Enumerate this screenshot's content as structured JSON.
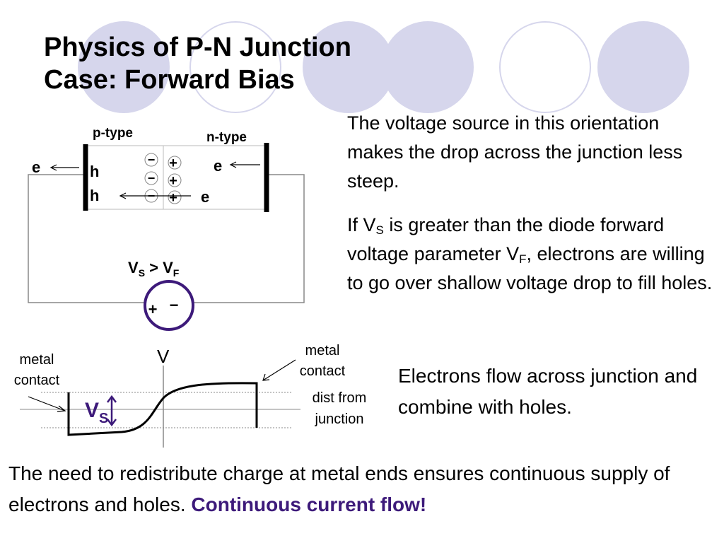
{
  "slide": {
    "title_line1": "Physics of P-N Junction",
    "title_line2": "Case:  Forward Bias",
    "accent_color": "#d6d6ec",
    "purple_color": "#3d1a7a"
  },
  "circuit": {
    "p_type_label": "p-type",
    "n_type_label": "n-type",
    "left_electron": "e",
    "right_electron": "e",
    "hole_1": "h",
    "hole_2": "h",
    "junction_electron": "e",
    "minus_sign": "−",
    "plus_sign": "+",
    "condition_v": "V",
    "condition_s": "S",
    "condition_gt": " > ",
    "condition_f": "F",
    "source_plus": "+",
    "source_minus": "−"
  },
  "text": {
    "para1": "The voltage source in this orientation makes the drop across the junction less steep.",
    "para2_a": "If V",
    "para2_sub_s": "S",
    "para2_b": " is greater than the diode forward voltage parameter V",
    "para2_sub_f": "F",
    "para2_c": ", electrons are willing to go over shallow voltage drop to fill holes.",
    "para3": "Electrons flow across junction and combine with holes.",
    "bottom_a": "The need to redistribute charge at metal ends ensures continuous supply of electrons and holes.  ",
    "bottom_emph": "Continuous current flow!"
  },
  "graph": {
    "v_axis_label": "V",
    "left_contact_line1": "metal",
    "left_contact_line2": "contact",
    "right_contact_line1": "metal",
    "right_contact_line2": "contact",
    "dist_line1": "dist from",
    "dist_line2": "junction",
    "vs_v": "V",
    "vs_s": "S"
  }
}
